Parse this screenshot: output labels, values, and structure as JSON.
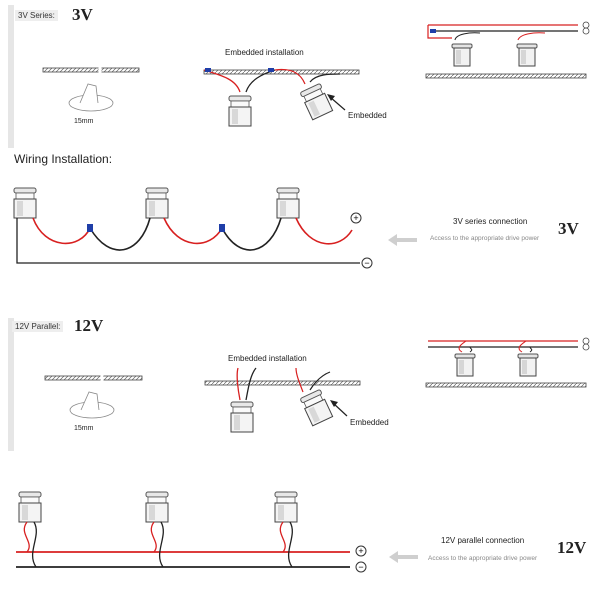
{
  "series_section": {
    "label": "3V Series:",
    "voltage": "3V",
    "hole_size": "15mm",
    "embedded_installation": "Embedded installation",
    "embedded": "Embedded"
  },
  "wiring": {
    "title": "Wiring Installation:",
    "series_connection": "3V series connection",
    "access_text": "Access to the appropriate drive power",
    "voltage": "3V",
    "plus": "+",
    "minus": "−"
  },
  "parallel_section": {
    "label": "12V Parallel:",
    "voltage": "12V",
    "hole_size": "15mm",
    "embedded_installation": "Embedded installation",
    "embedded": "Embedded"
  },
  "parallel_wiring": {
    "connection": "12V parallel connection",
    "access_text": "Access to the appropriate drive power",
    "voltage": "12V",
    "plus": "+",
    "minus": "−"
  },
  "colors": {
    "red_wire": "#d82020",
    "black_wire": "#222222",
    "connector": "#1f3ea8",
    "grey": "#bdbdbd"
  }
}
